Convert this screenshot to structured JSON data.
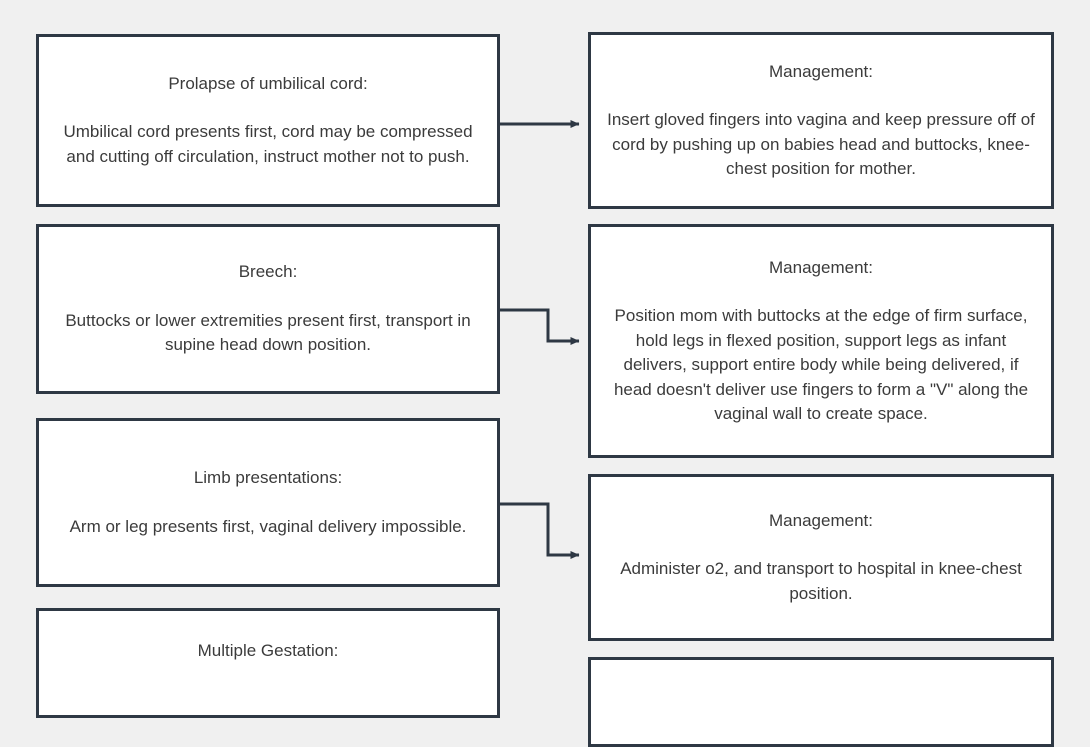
{
  "page": {
    "background_color": "#f0f0f0",
    "box_fill_color": "#ffffff",
    "box_border_color": "#2e3844",
    "text_color": "#3b3b3b",
    "connector_color": "#2e3844"
  },
  "nodes": {
    "prolapse": {
      "title": "Prolapse of umbilical cord:",
      "body": "Umbilical cord presents first, cord may be compressed and cutting off circulation, instruct mother not to push."
    },
    "mgmt_prolapse": {
      "title": "Management:",
      "body": "Insert gloved fingers into vagina and keep pressure off of cord by pushing up on babies head and buttocks, knee-chest position for mother."
    },
    "breech": {
      "title": "Breech:",
      "body": "Buttocks or lower extremities present first, transport in supine head down position."
    },
    "mgmt_breech": {
      "title": "Management:",
      "body": "Position mom with buttocks at the edge of firm surface, hold legs in flexed position, support legs as infant delivers, support entire body while being delivered, if head doesn't deliver use fingers to form a \"V\" along the vaginal wall to create space."
    },
    "limb": {
      "title": "Limb presentations:",
      "body": "Arm or leg presents first, vaginal delivery impossible."
    },
    "mgmt_limb": {
      "title": "Management:",
      "body": "Administer o2, and transport to hospital in knee-chest position."
    },
    "multiple": {
      "title": "Multiple Gestation:",
      "body": ""
    },
    "mgmt_multiple": {
      "title": "",
      "body": ""
    }
  },
  "connectors": [
    {
      "name": "arrow-prolapse-to-management",
      "style": "straight"
    },
    {
      "name": "arrow-breech-to-management",
      "style": "elbow"
    },
    {
      "name": "arrow-limb-to-management",
      "style": "elbow"
    }
  ]
}
